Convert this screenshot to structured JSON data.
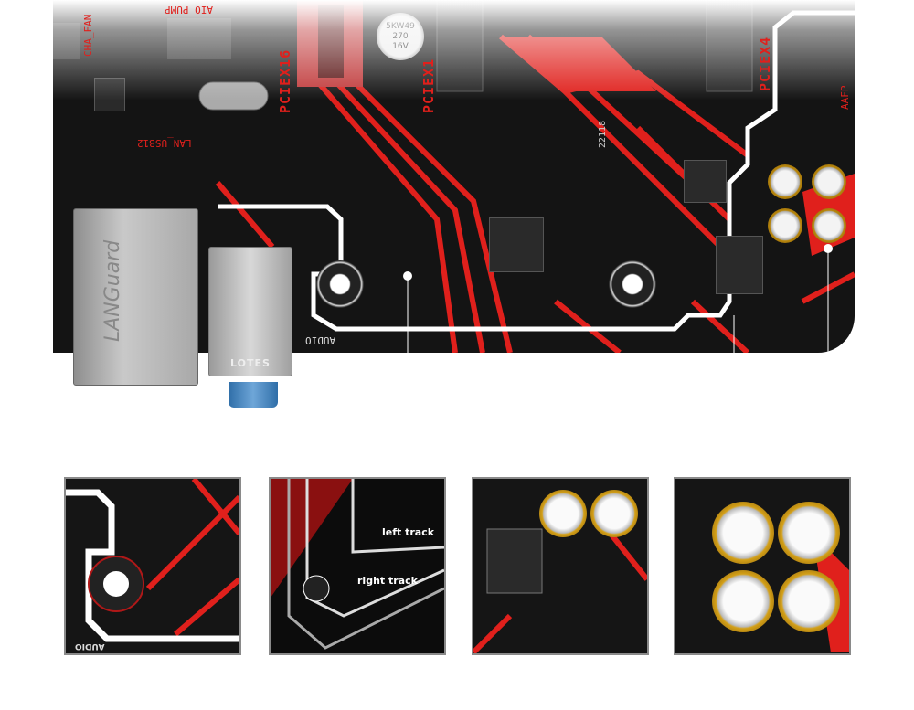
{
  "board": {
    "labels": {
      "cha_fan": "CHA_FAN",
      "aio_pump": "AIO PUMP",
      "pciex16": "PCIEX16",
      "pciex1": "PCIEX1",
      "pciex4": "PCIEX4",
      "aafp": "AAFP",
      "lan_usb12": "LAN_USB12",
      "audio": "AUDIO",
      "code_22118": "22118"
    },
    "capacitor_text": [
      "5KW49",
      "270",
      "16V"
    ],
    "lan_brand": "LANGuard",
    "jack_brand": "LOTES"
  },
  "thumbnails": {
    "t2_left": "left track",
    "t2_right": "right track",
    "t1_label": "AUDIO"
  },
  "colors": {
    "pcb": "#141414",
    "trace": "#e0201c",
    "track": "#ffffff"
  }
}
